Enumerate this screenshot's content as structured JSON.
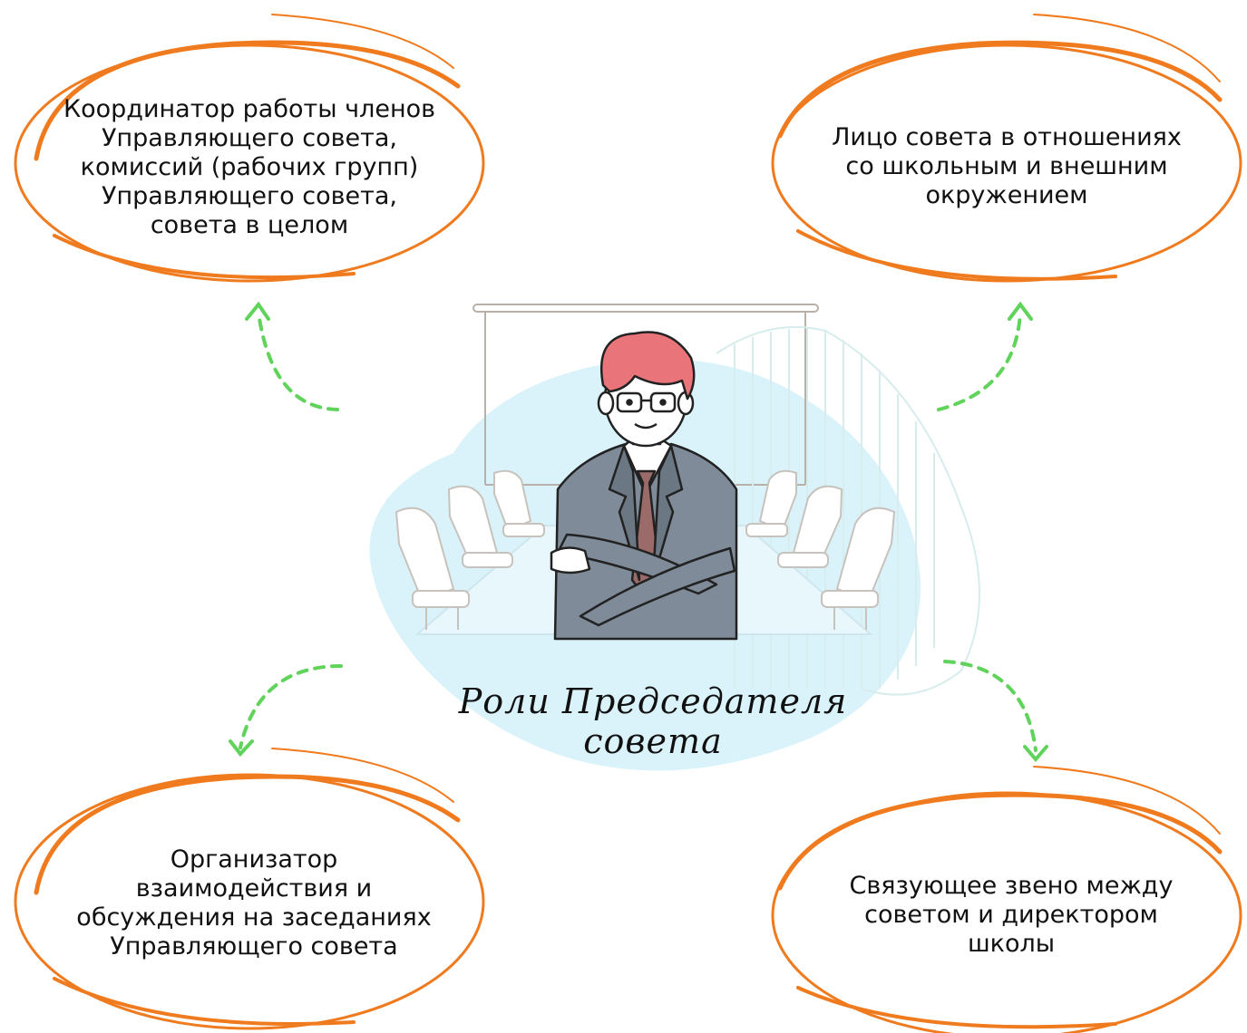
{
  "title": "Роли Председателя совета",
  "colors": {
    "bubble_outline": "#f07a1e",
    "arrow": "#5fd35a",
    "blob": "#d4f1fa",
    "suit": "#7f8b98",
    "hair": "#e9757a",
    "tie": "#9a6b68"
  },
  "roles": [
    {
      "id": "coordinator",
      "lines": [
        "Координатор работы членов",
        "Управляющего совета,",
        "комиссий (рабочих групп)",
        "Управляющего совета,",
        "совета в целом"
      ]
    },
    {
      "id": "public-face",
      "lines": [
        "Лицо совета в отношениях",
        "со школьным и внешним",
        "окружением"
      ]
    },
    {
      "id": "organizer",
      "lines": [
        "Организатор",
        "взаимодействия и",
        "обсуждения на заседаниях",
        "Управляющего совета"
      ]
    },
    {
      "id": "link",
      "lines": [
        "Связующее звено между",
        "советом и директором",
        "школы"
      ]
    }
  ],
  "illustration": {
    "subject": "chairman-figure",
    "icons": [
      "projector-screen-icon",
      "meeting-chair-icon",
      "window-blinds-icon"
    ]
  }
}
